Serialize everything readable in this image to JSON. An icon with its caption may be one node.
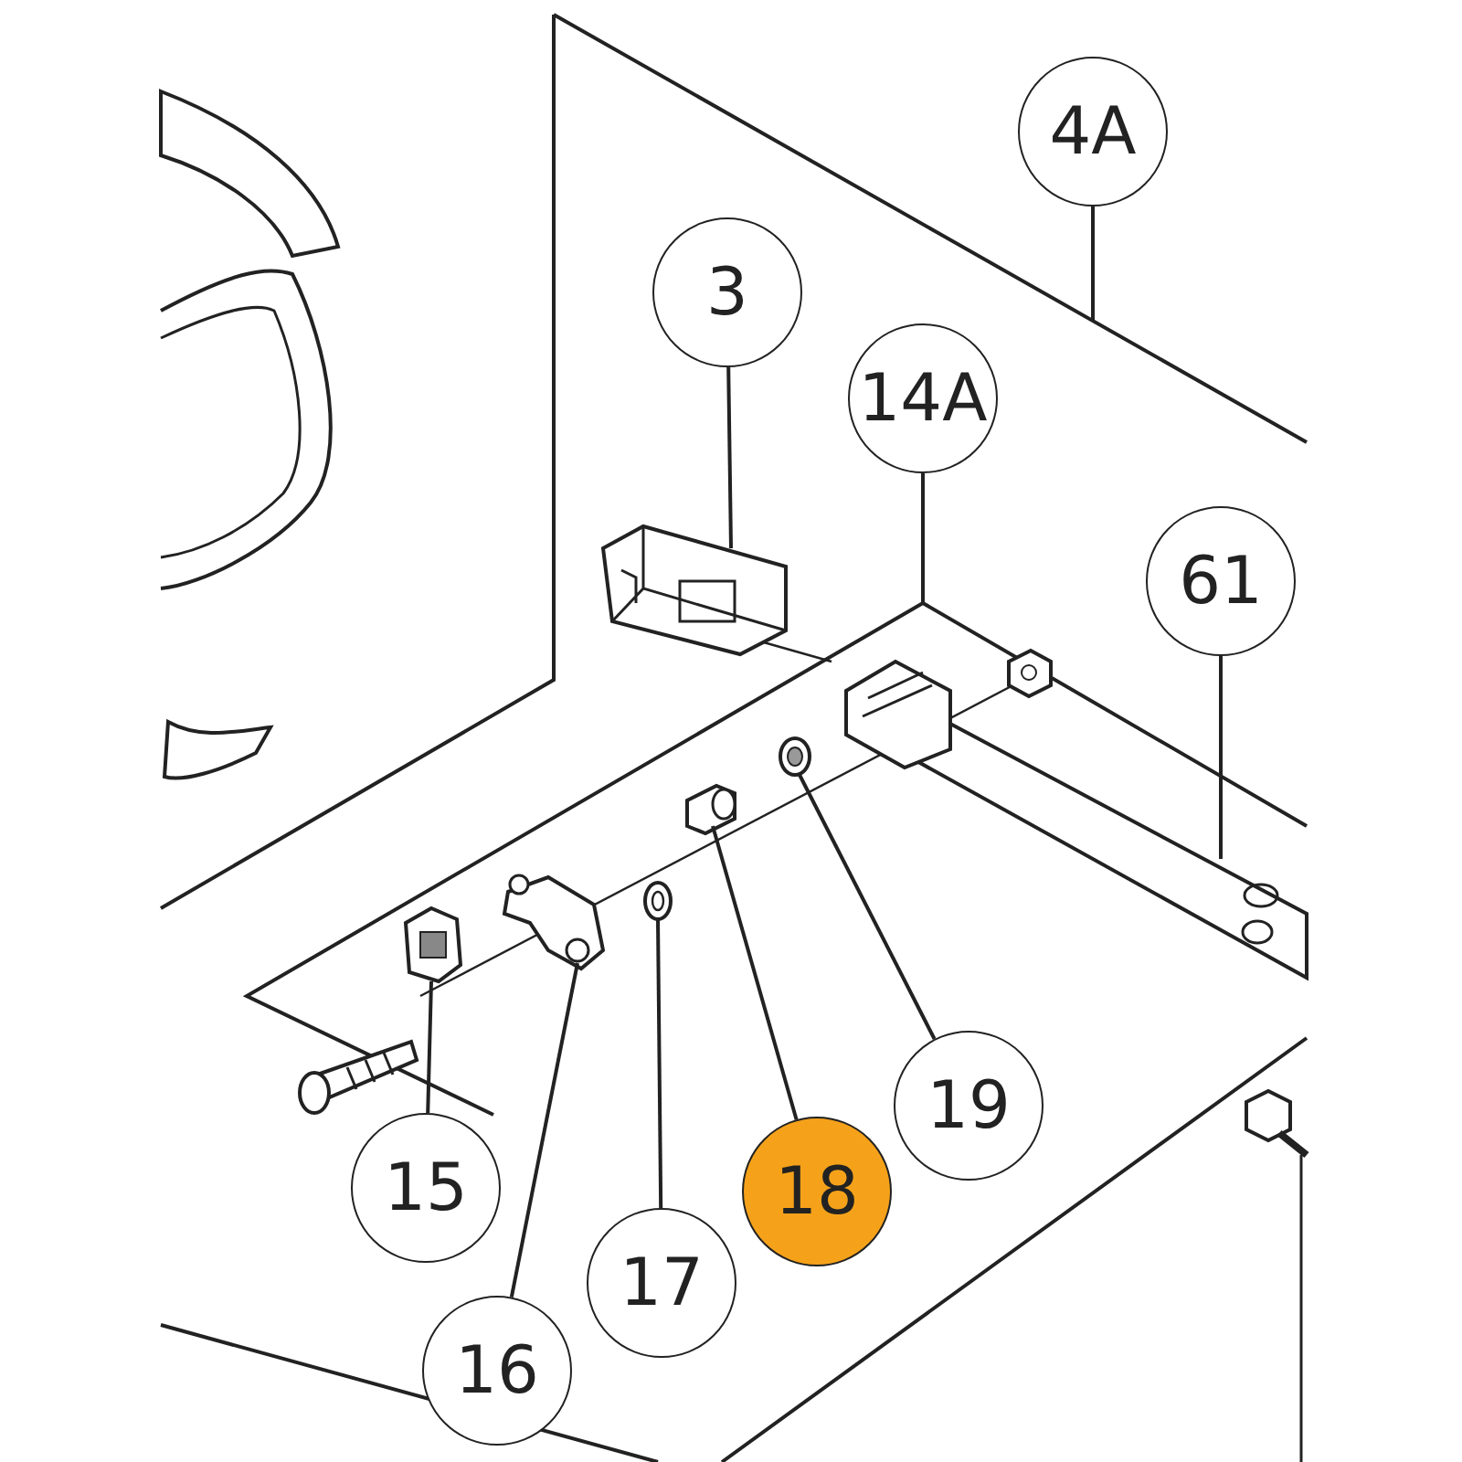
{
  "diagram": {
    "nodes": [
      {
        "text": [
          "4A"
        ]
      },
      {
        "text": [
          "3"
        ]
      },
      {
        "text": [
          "14A"
        ]
      },
      {
        "text": [
          "61"
        ]
      },
      {
        "text": [
          "15"
        ]
      },
      {
        "text": [
          "16"
        ]
      },
      {
        "text": [
          "17"
        ]
      },
      {
        "text": [
          "18"
        ]
      },
      {
        "text": [
          "19"
        ]
      },
      {
        "text": [],
        "shape": "picture"
      },
      {
        "text": [],
        "shape": "picture"
      },
      {
        "text": [],
        "shape": "picture"
      },
      {
        "text": [],
        "shape": "picture"
      },
      {
        "text": [],
        "shape": "picture"
      },
      {
        "text": [],
        "shape": "picture"
      },
      {
        "text": [],
        "shape": "picture"
      }
    ],
    "edges": [
      {
        "from": 0,
        "to": null,
        "arrow": "none"
      },
      {
        "from": 1,
        "to": 9,
        "arrow": "none"
      },
      {
        "from": 2,
        "to": null,
        "arrow": "none"
      },
      {
        "from": 3,
        "to": 10,
        "arrow": "none"
      },
      {
        "from": 4,
        "to": 11,
        "arrow": "none"
      },
      {
        "from": 5,
        "to": 12,
        "arrow": "none"
      },
      {
        "from": 6,
        "to": 13,
        "arrow": "none"
      },
      {
        "from": 7,
        "to": 14,
        "arrow": "none"
      },
      {
        "from": 8,
        "to": 15,
        "arrow": "none"
      }
    ]
  }
}
